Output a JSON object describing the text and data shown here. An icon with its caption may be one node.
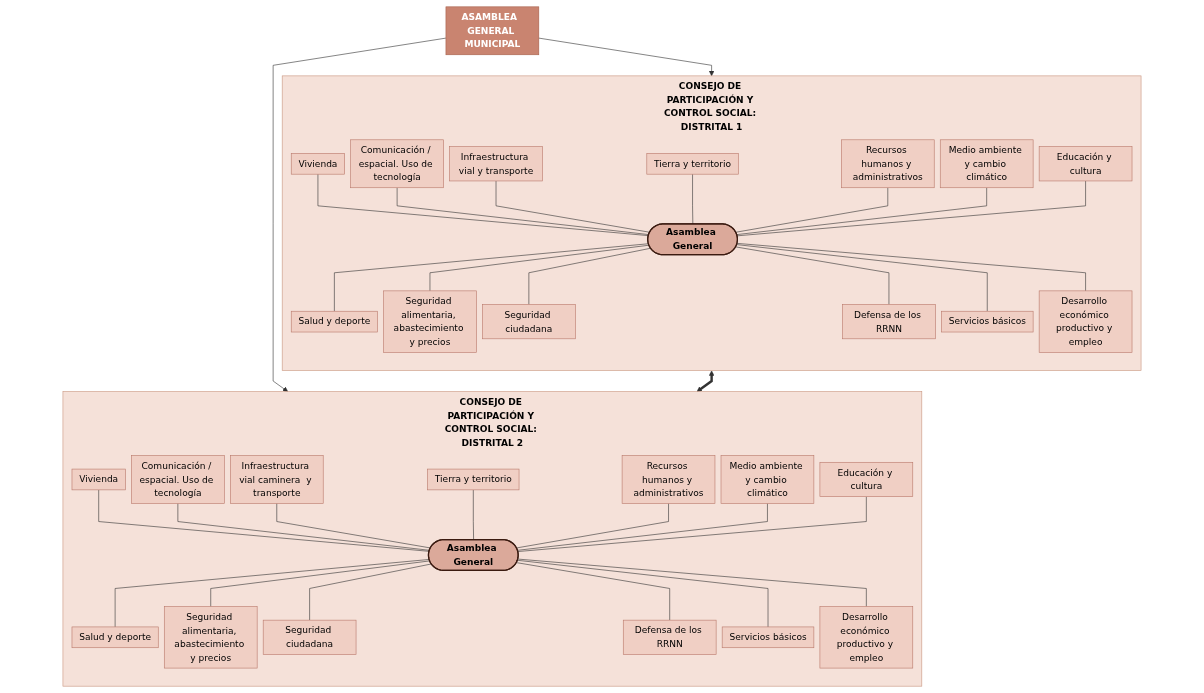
{
  "diagram": {
    "nodes": [
      {
        "text": [
          "ASAMBLEA  GENERAL MUNICIPAL"
        ]
      },
      {
        "text": [
          "CONSEJO DE PARTICIPACIÓN Y CONTROL SOCIAL: DISTRITAL 1"
        ]
      },
      {
        "text": [
          "Asamblea General"
        ],
        "in": 1
      },
      {
        "text": [
          "Vivienda"
        ],
        "in": 1
      },
      {
        "text": [
          "Comunicación / espacial. Uso de tecnología"
        ],
        "in": 1
      },
      {
        "text": [
          "Infraestructura vial y transporte"
        ],
        "in": 1
      },
      {
        "text": [
          "Tierra y territorio"
        ],
        "in": 1
      },
      {
        "text": [
          "Recursos humanos y administrativos"
        ],
        "in": 1
      },
      {
        "text": [
          "Medio ambiente y cambio climático"
        ],
        "in": 1
      },
      {
        "text": [
          "Educación y cultura"
        ],
        "in": 1
      },
      {
        "text": [
          "Salud y deporte"
        ],
        "in": 1
      },
      {
        "text": [
          "Seguridad alimentaria, abastecimiento y precios"
        ],
        "in": 1
      },
      {
        "text": [
          "Seguridad ciudadana"
        ],
        "in": 1
      },
      {
        "text": [
          "Defensa de los RRNN"
        ],
        "in": 1
      },
      {
        "text": [
          "Servicios básicos"
        ],
        "in": 1
      },
      {
        "text": [
          "Desarrollo económico productivo y empleo"
        ],
        "in": 1
      },
      {
        "text": [
          "CONSEJO DE PARTICIPACIÓN Y CONTROL SOCIAL: DISTRITAL 2"
        ]
      },
      {
        "text": [
          "Asamblea General"
        ],
        "in": 16
      },
      {
        "text": [
          "Vivienda"
        ],
        "in": 16
      },
      {
        "text": [
          "Comunicación / espacial. Uso de tecnología"
        ],
        "in": 16
      },
      {
        "text": [
          "Infraestructura vial caminera  y transporte"
        ],
        "in": 16
      },
      {
        "text": [
          "Tierra y territorio"
        ],
        "in": 16
      },
      {
        "text": [
          "Recursos humanos y administrativos"
        ],
        "in": 16
      },
      {
        "text": [
          "Medio ambiente y cambio climático"
        ],
        "in": 16
      },
      {
        "text": [
          "Educación y cultura"
        ],
        "in": 16
      },
      {
        "text": [
          "Salud y deporte"
        ],
        "in": 16
      },
      {
        "text": [
          "Seguridad alimentaria, abastecimiento y precios"
        ],
        "in": 16
      },
      {
        "text": [
          "Seguridad ciudadana"
        ],
        "in": 16
      },
      {
        "text": [
          "Defensa de los RRNN"
        ],
        "in": 16
      },
      {
        "text": [
          "Servicios básicos"
        ],
        "in": 16
      },
      {
        "text": [
          "Desarrollo económico productivo y empleo"
        ],
        "in": 16
      }
    ],
    "edges": [
      {
        "from": 0,
        "to": 1,
        "arrow": "to"
      },
      {
        "from": 0,
        "to": 16,
        "arrow": "to"
      },
      {
        "from": 1,
        "to": 16,
        "arrow": "both",
        "style": "thick"
      },
      {
        "from": 2,
        "to": 3,
        "arrow": "none"
      },
      {
        "from": 2,
        "to": 4,
        "arrow": "none"
      },
      {
        "from": 2,
        "to": 5,
        "arrow": "none"
      },
      {
        "from": 2,
        "to": 6,
        "arrow": "none"
      },
      {
        "from": 2,
        "to": 7,
        "arrow": "none"
      },
      {
        "from": 2,
        "to": 8,
        "arrow": "none"
      },
      {
        "from": 2,
        "to": 9,
        "arrow": "none"
      },
      {
        "from": 2,
        "to": 10,
        "arrow": "none"
      },
      {
        "from": 2,
        "to": 11,
        "arrow": "none"
      },
      {
        "from": 2,
        "to": 12,
        "arrow": "none"
      },
      {
        "from": 2,
        "to": 13,
        "arrow": "none"
      },
      {
        "from": 2,
        "to": 14,
        "arrow": "none"
      },
      {
        "from": 2,
        "to": 15,
        "arrow": "none"
      },
      {
        "from": 17,
        "to": 18,
        "arrow": "none"
      },
      {
        "from": 17,
        "to": 19,
        "arrow": "none"
      },
      {
        "from": 17,
        "to": 20,
        "arrow": "none"
      },
      {
        "from": 17,
        "to": 21,
        "arrow": "none"
      },
      {
        "from": 17,
        "to": 22,
        "arrow": "none"
      },
      {
        "from": 17,
        "to": 23,
        "arrow": "none"
      },
      {
        "from": 17,
        "to": 24,
        "arrow": "none"
      },
      {
        "from": 17,
        "to": 25,
        "arrow": "none"
      },
      {
        "from": 17,
        "to": 26,
        "arrow": "none"
      },
      {
        "from": 17,
        "to": 27,
        "arrow": "none"
      },
      {
        "from": 17,
        "to": 28,
        "arrow": "none"
      },
      {
        "from": 17,
        "to": 29,
        "arrow": "none"
      },
      {
        "from": 17,
        "to": 30,
        "arrow": "none"
      }
    ]
  }
}
